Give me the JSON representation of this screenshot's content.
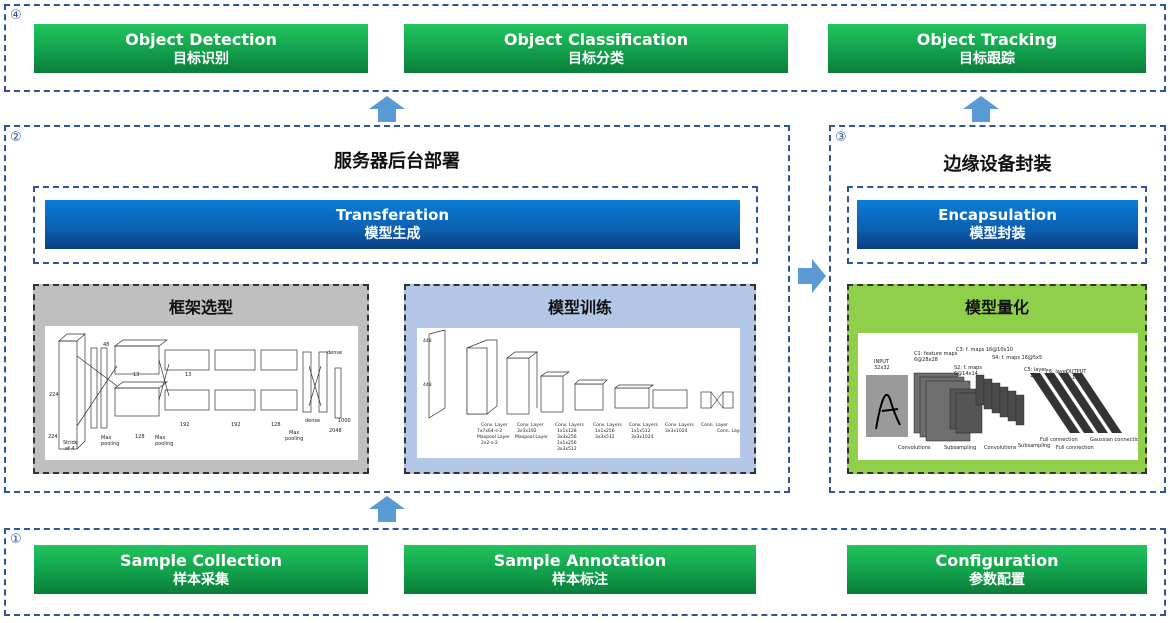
{
  "outputs": {
    "number": "④",
    "detection": {
      "en": "Object Detection",
      "zh": "目标识别"
    },
    "classification": {
      "en": "Object Classification",
      "zh": "目标分类"
    },
    "tracking": {
      "en": "Object Tracking",
      "zh": "目标跟踪"
    }
  },
  "server": {
    "number": "②",
    "title": "服务器后台部署",
    "transfer": {
      "en": "Transferation",
      "zh": "模型生成"
    },
    "framework": {
      "title": "框架选型"
    },
    "training": {
      "title": "模型训练"
    }
  },
  "edge": {
    "number": "③",
    "title": "边缘设备封装",
    "encapsulation": {
      "en": "Encapsulation",
      "zh": "模型封装"
    },
    "quantization": {
      "title": "模型量化"
    }
  },
  "inputs": {
    "number": "①",
    "collection": {
      "en": "Sample Collection",
      "zh": "样本采集"
    },
    "annotation": {
      "en": "Sample Annotation",
      "zh": "样本标注"
    },
    "configuration": {
      "en": "Configuration",
      "zh": "参数配置"
    }
  },
  "colors": {
    "green": "#12a04b",
    "blue": "#0b5fb0",
    "dashed": "#2f5597",
    "arrow": "#5b9bd5",
    "lightgreen": "#8fcf4a",
    "lightblue": "#b4c7e7",
    "gray": "#bfbfbf"
  }
}
